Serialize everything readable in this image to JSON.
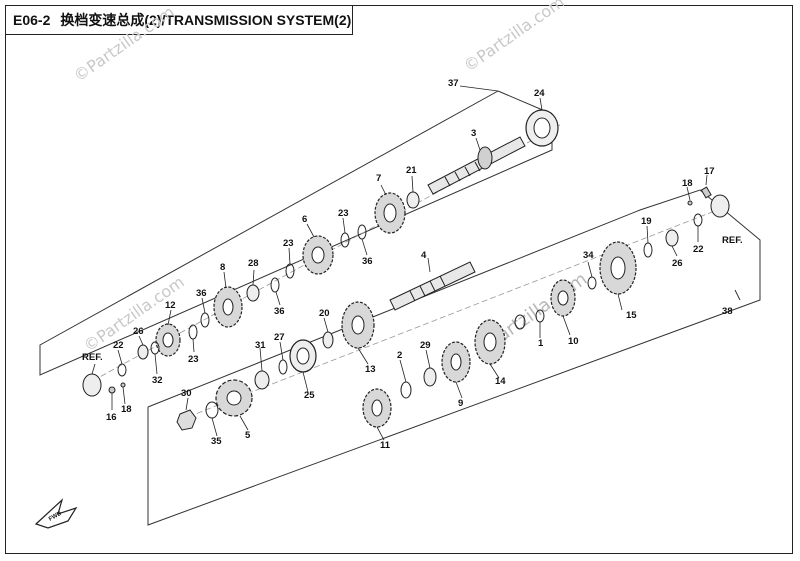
{
  "title": {
    "code": "E06-2",
    "text": "换档变速总成(2)/TRANSMISSION  SYSTEM(2)"
  },
  "watermark": "©Partzilla.com",
  "callouts": {
    "c37": "37",
    "c24": "24",
    "c3": "3",
    "c21": "21",
    "c7": "7",
    "c23a": "23",
    "c36a": "36",
    "c6": "6",
    "c23b": "23",
    "c36b": "36",
    "c28": "28",
    "c8": "8",
    "c36c": "36",
    "c12": "12",
    "c23c": "23",
    "c26a": "26",
    "c22a": "22",
    "c32": "32",
    "refA": "REF.",
    "c16": "16",
    "c18a": "18",
    "c17": "17",
    "c18b": "18",
    "refB": "REF.",
    "c22b": "22",
    "c19": "19",
    "c26b": "26",
    "c38": "38",
    "c15": "15",
    "c34": "34",
    "c10": "10",
    "c1": "1",
    "c4": "4",
    "c20": "20",
    "c13": "13",
    "c27": "27",
    "c31": "31",
    "c25": "25",
    "c30": "30",
    "c5": "5",
    "c35": "35",
    "c2": "2",
    "c29": "29",
    "c9": "9",
    "c14": "14",
    "c11": "11"
  },
  "fwd_label": "FWD"
}
